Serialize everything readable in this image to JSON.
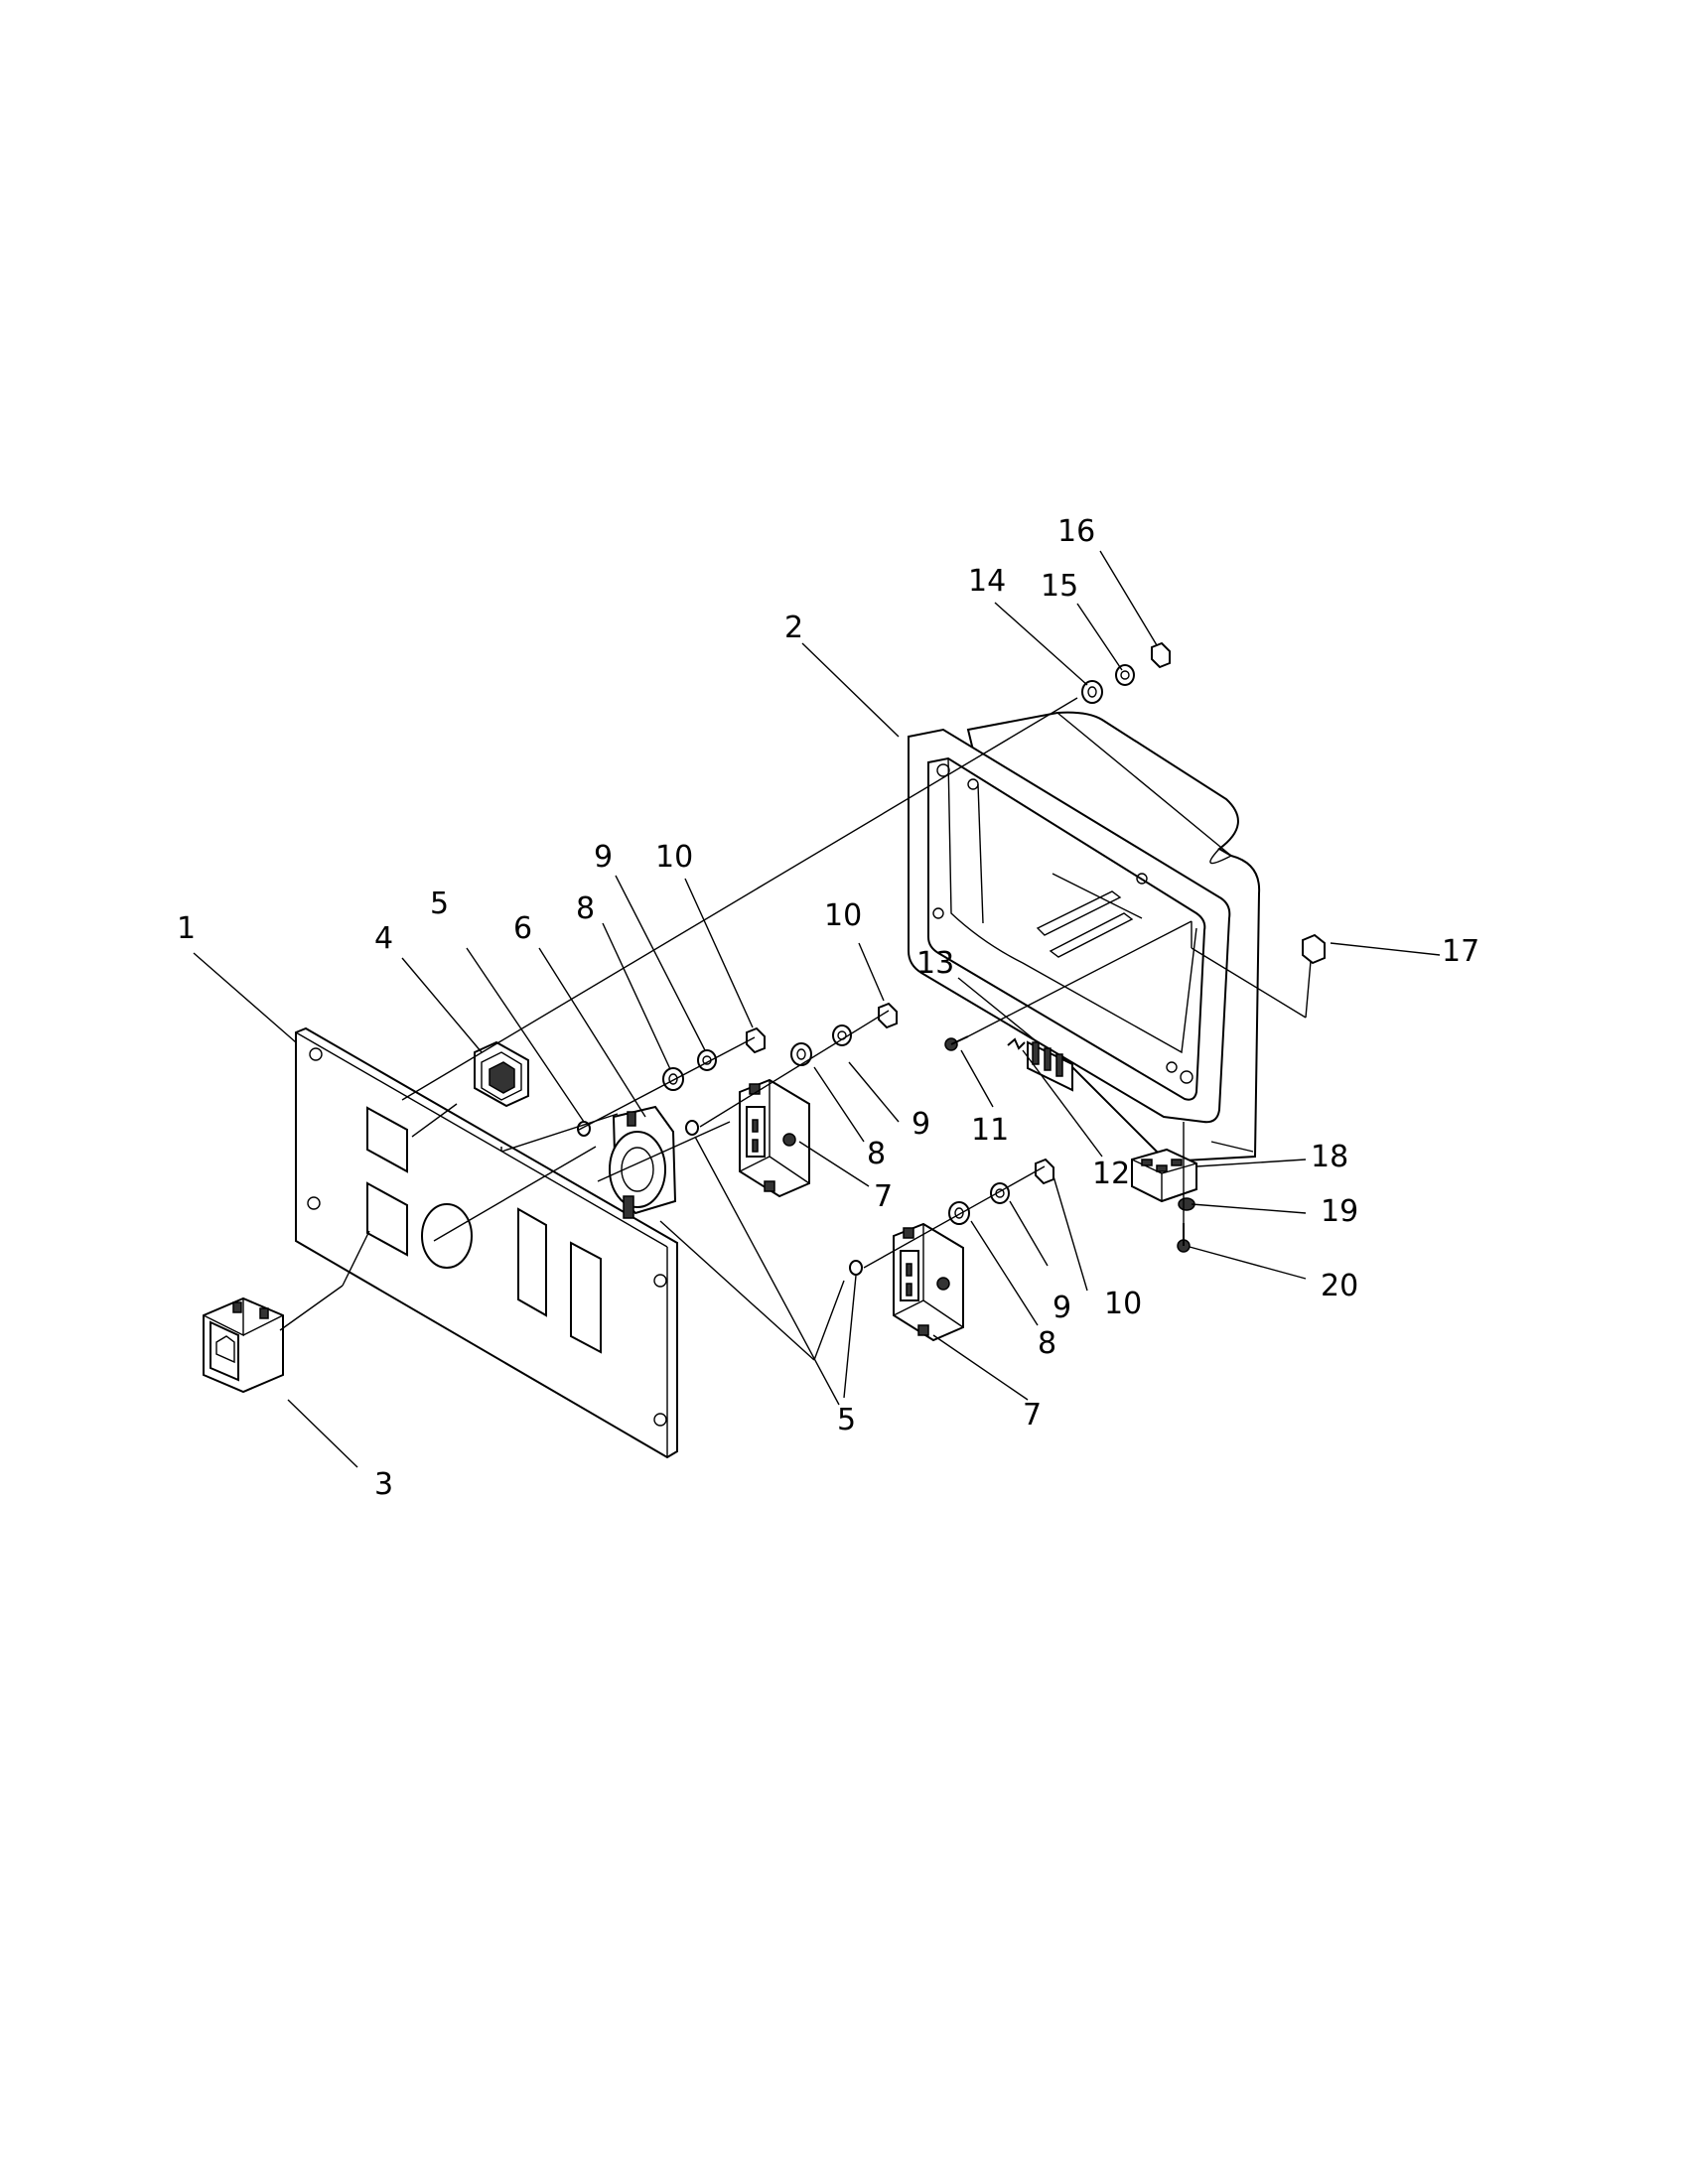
{
  "callouts": {
    "c1": "1",
    "c2": "2",
    "c3": "3",
    "c4": "4",
    "c5a": "5",
    "c5b": "5",
    "c6": "6",
    "c7a": "7",
    "c7b": "7",
    "c8a": "8",
    "c8b": "8",
    "c8c": "8",
    "c9a": "9",
    "c9b": "9",
    "c9c": "9",
    "c10a": "10",
    "c10b": "10",
    "c10c": "10",
    "c11": "11",
    "c12": "12",
    "c13": "13",
    "c14": "14",
    "c15": "15",
    "c16": "16",
    "c17": "17",
    "c18": "18",
    "c19": "19",
    "c20": "20"
  }
}
